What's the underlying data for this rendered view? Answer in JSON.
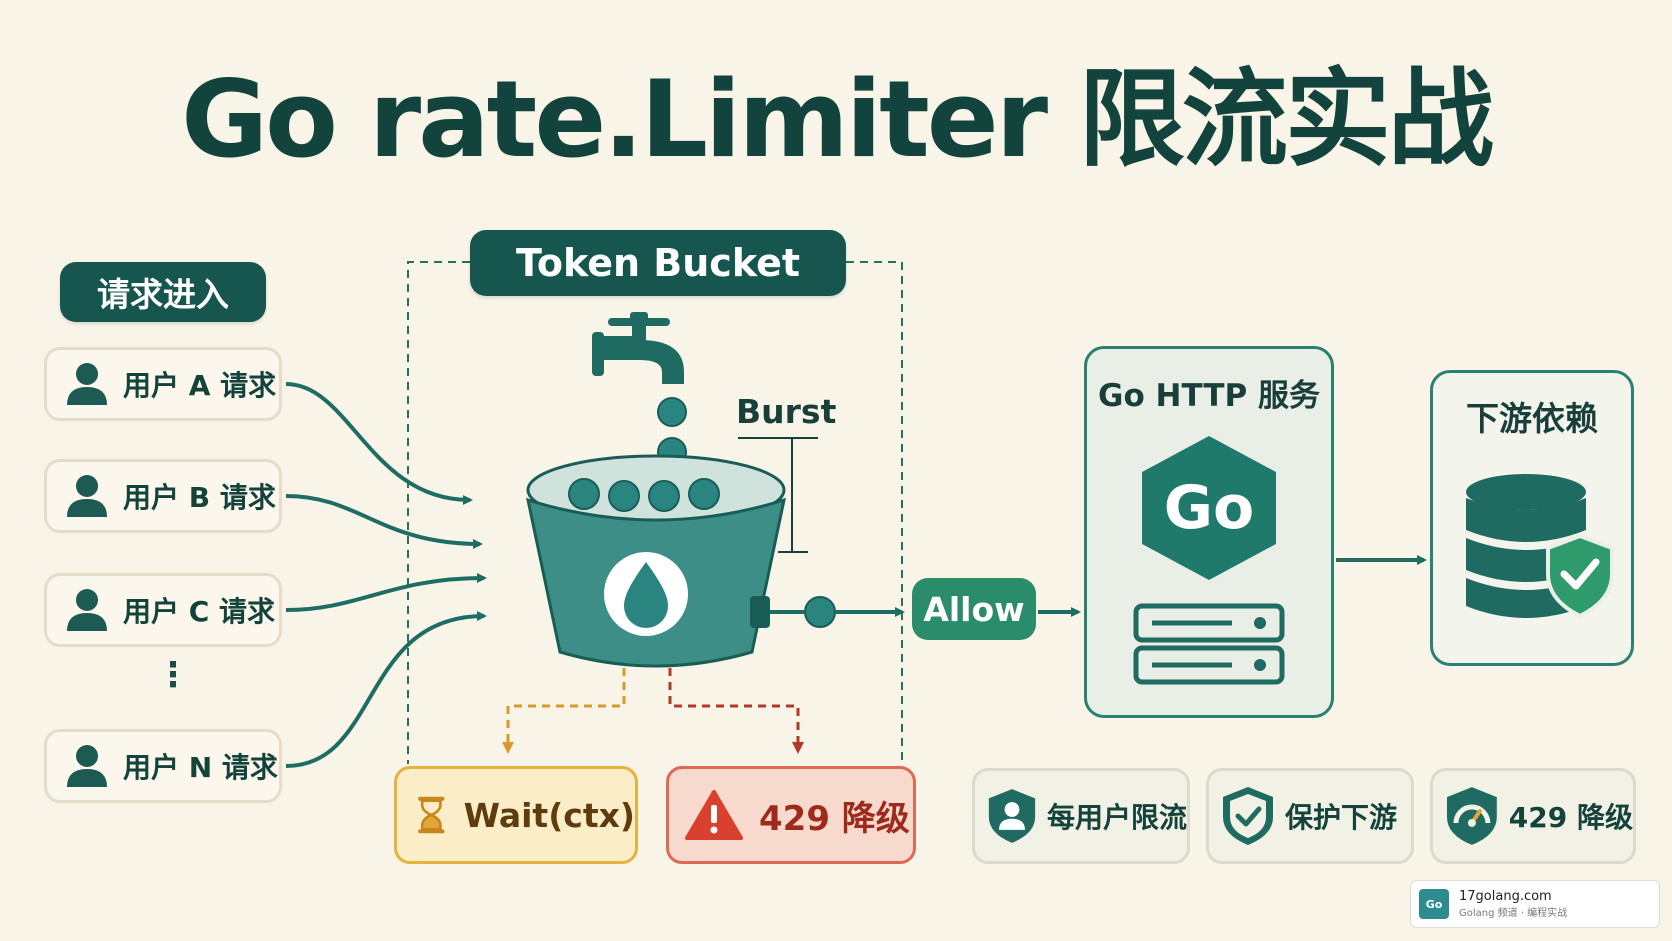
{
  "title": "Go rate.Limiter 限流实战",
  "incoming": {
    "label": "请求进入",
    "users": [
      {
        "label": "用户 A 请求"
      },
      {
        "label": "用户 B 请求"
      },
      {
        "label": "用户 C 请求"
      },
      {
        "label": "用户 N 请求"
      }
    ],
    "ellipsis": "⋮"
  },
  "bucket": {
    "label": "Token Bucket",
    "burst_label": "Burst"
  },
  "allow_label": "Allow",
  "service": {
    "title": "Go HTTP 服务",
    "logo_text": "Go"
  },
  "downstream": {
    "title": "下游依赖"
  },
  "wait": {
    "label": "Wait(ctx)"
  },
  "reject": {
    "label": "429 降级"
  },
  "features": [
    {
      "label": "每用户限流",
      "icon": "user-shield-icon"
    },
    {
      "label": "保护下游",
      "icon": "check-shield-icon"
    },
    {
      "label": "429 降级",
      "icon": "gauge-shield-icon"
    }
  ],
  "watermark": {
    "logo": "Go",
    "site": "17golang.com",
    "sub": "Golang 频道 · 编程实战"
  },
  "colors": {
    "primary": "#17564f",
    "teal": "#2a8071",
    "allow_green": "#2b8c6b",
    "wait_orange": "#e3b33e",
    "error_red": "#de6a55",
    "background": "#f8f4e8"
  }
}
